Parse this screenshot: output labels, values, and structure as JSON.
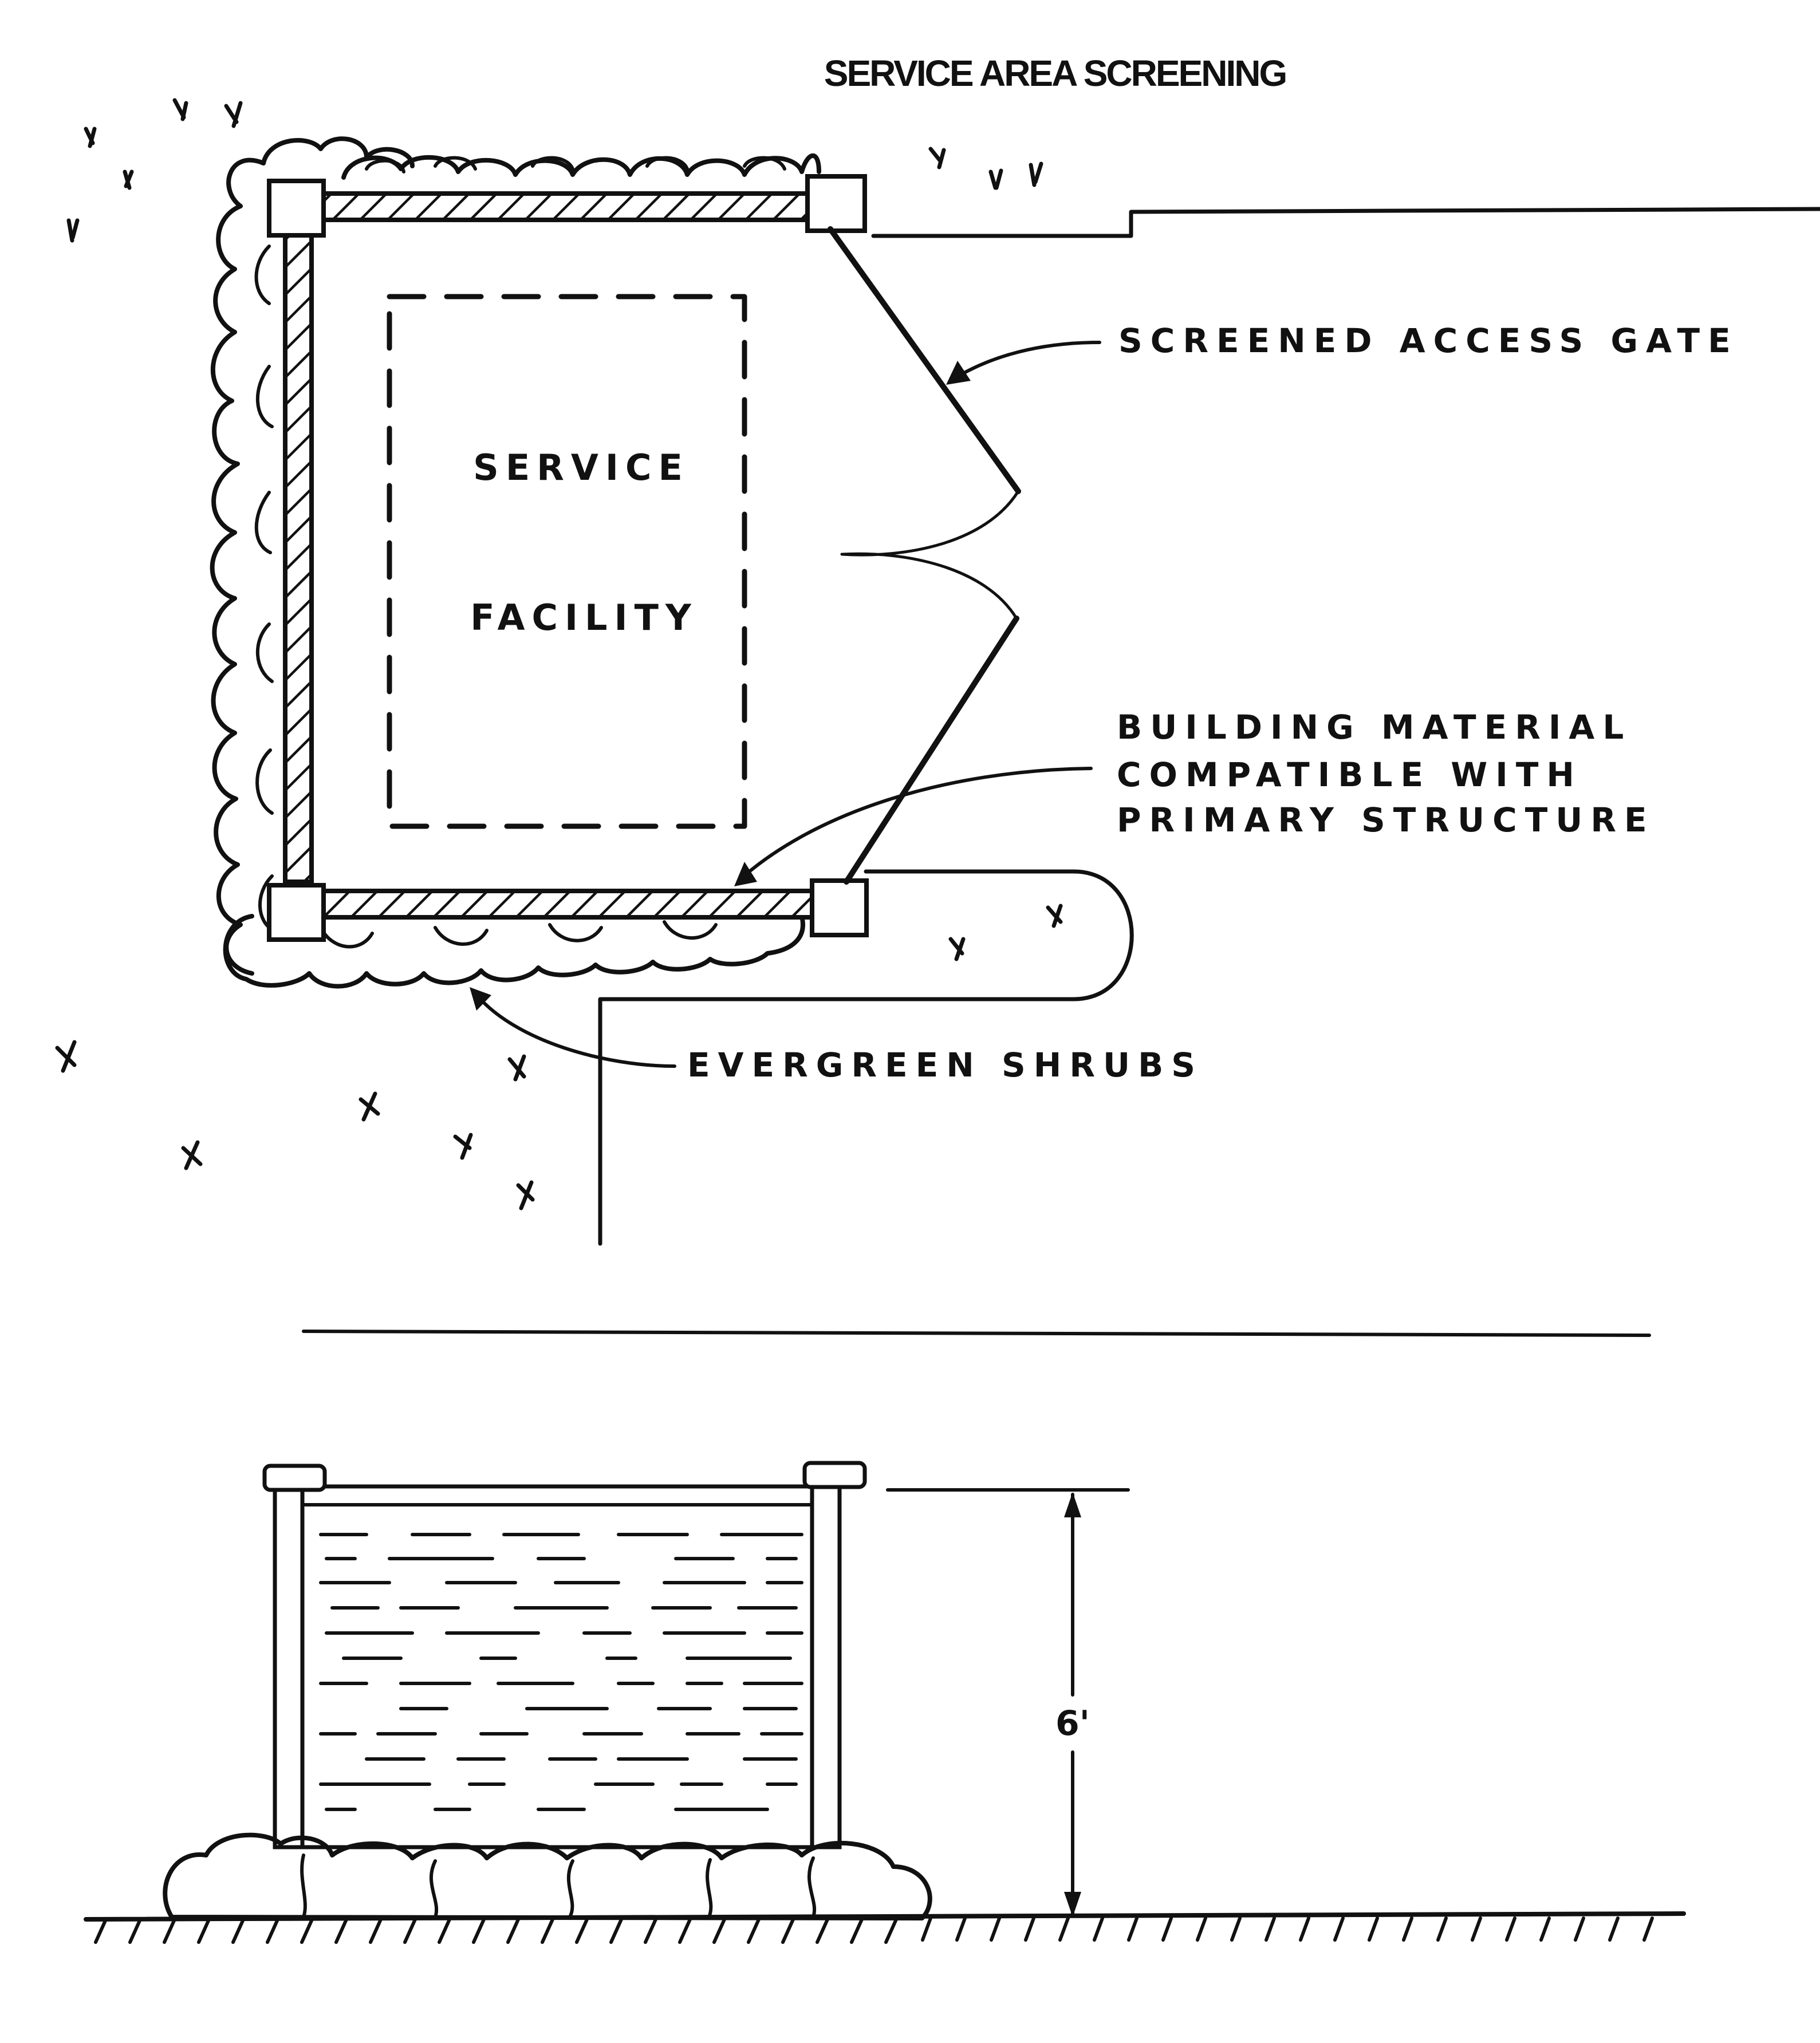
{
  "title": "SERVICE AREA SCREENING",
  "plan_view": {
    "facility_label_line1": "SERVICE",
    "facility_label_line2": "FACILITY",
    "gate_label": "SCREENED ACCESS GATE",
    "material_label_line1": "BUILDING MATERIAL",
    "material_label_line2": "COMPATIBLE WITH",
    "material_label_line3": "PRIMARY STRUCTURE",
    "shrubs_label": "EVERGREEN SHRUBS"
  },
  "elevation_view": {
    "height_label": "6'"
  }
}
